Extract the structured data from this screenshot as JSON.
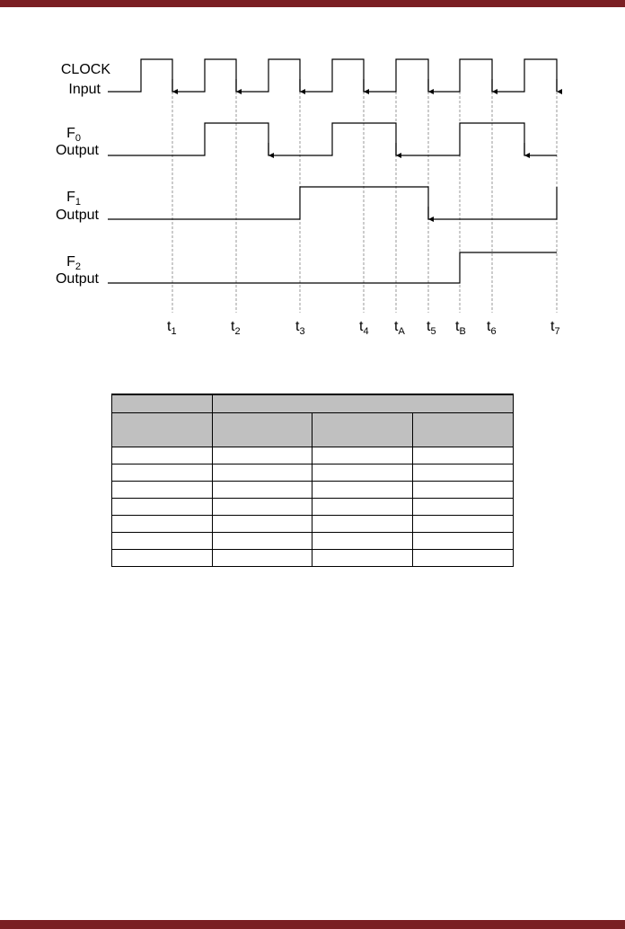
{
  "colors": {
    "bar": "#7a1f23",
    "table_header": "#c0c0c0",
    "line": "#000000",
    "guide": "#9a9a9a"
  },
  "signals": [
    {
      "label_main": "CLOCK",
      "label_sub": "Input"
    },
    {
      "label_main": "F",
      "label_index": "0",
      "label_sub": "Output"
    },
    {
      "label_main": "F",
      "label_index": "1",
      "label_sub": "Output"
    },
    {
      "label_main": "F",
      "label_index": "2",
      "label_sub": "Output"
    }
  ],
  "time_markers": [
    {
      "base": "t",
      "sub": "1"
    },
    {
      "base": "t",
      "sub": "2"
    },
    {
      "base": "t",
      "sub": "3"
    },
    {
      "base": "t",
      "sub": "4"
    },
    {
      "base": "t",
      "sub": "A"
    },
    {
      "base": "t",
      "sub": "5"
    },
    {
      "base": "t",
      "sub": "B"
    },
    {
      "base": "t",
      "sub": "6"
    },
    {
      "base": "t",
      "sub": "7"
    }
  ],
  "table": {
    "header_row_1": [
      "",
      ""
    ],
    "header_row_2": [
      "",
      "",
      "",
      ""
    ],
    "rows": [
      [
        "",
        "",
        "",
        ""
      ],
      [
        "",
        "",
        "",
        ""
      ],
      [
        "",
        "",
        "",
        ""
      ],
      [
        "",
        "",
        "",
        ""
      ],
      [
        "",
        "",
        "",
        ""
      ],
      [
        "",
        "",
        "",
        ""
      ],
      [
        "",
        "",
        "",
        ""
      ]
    ]
  }
}
